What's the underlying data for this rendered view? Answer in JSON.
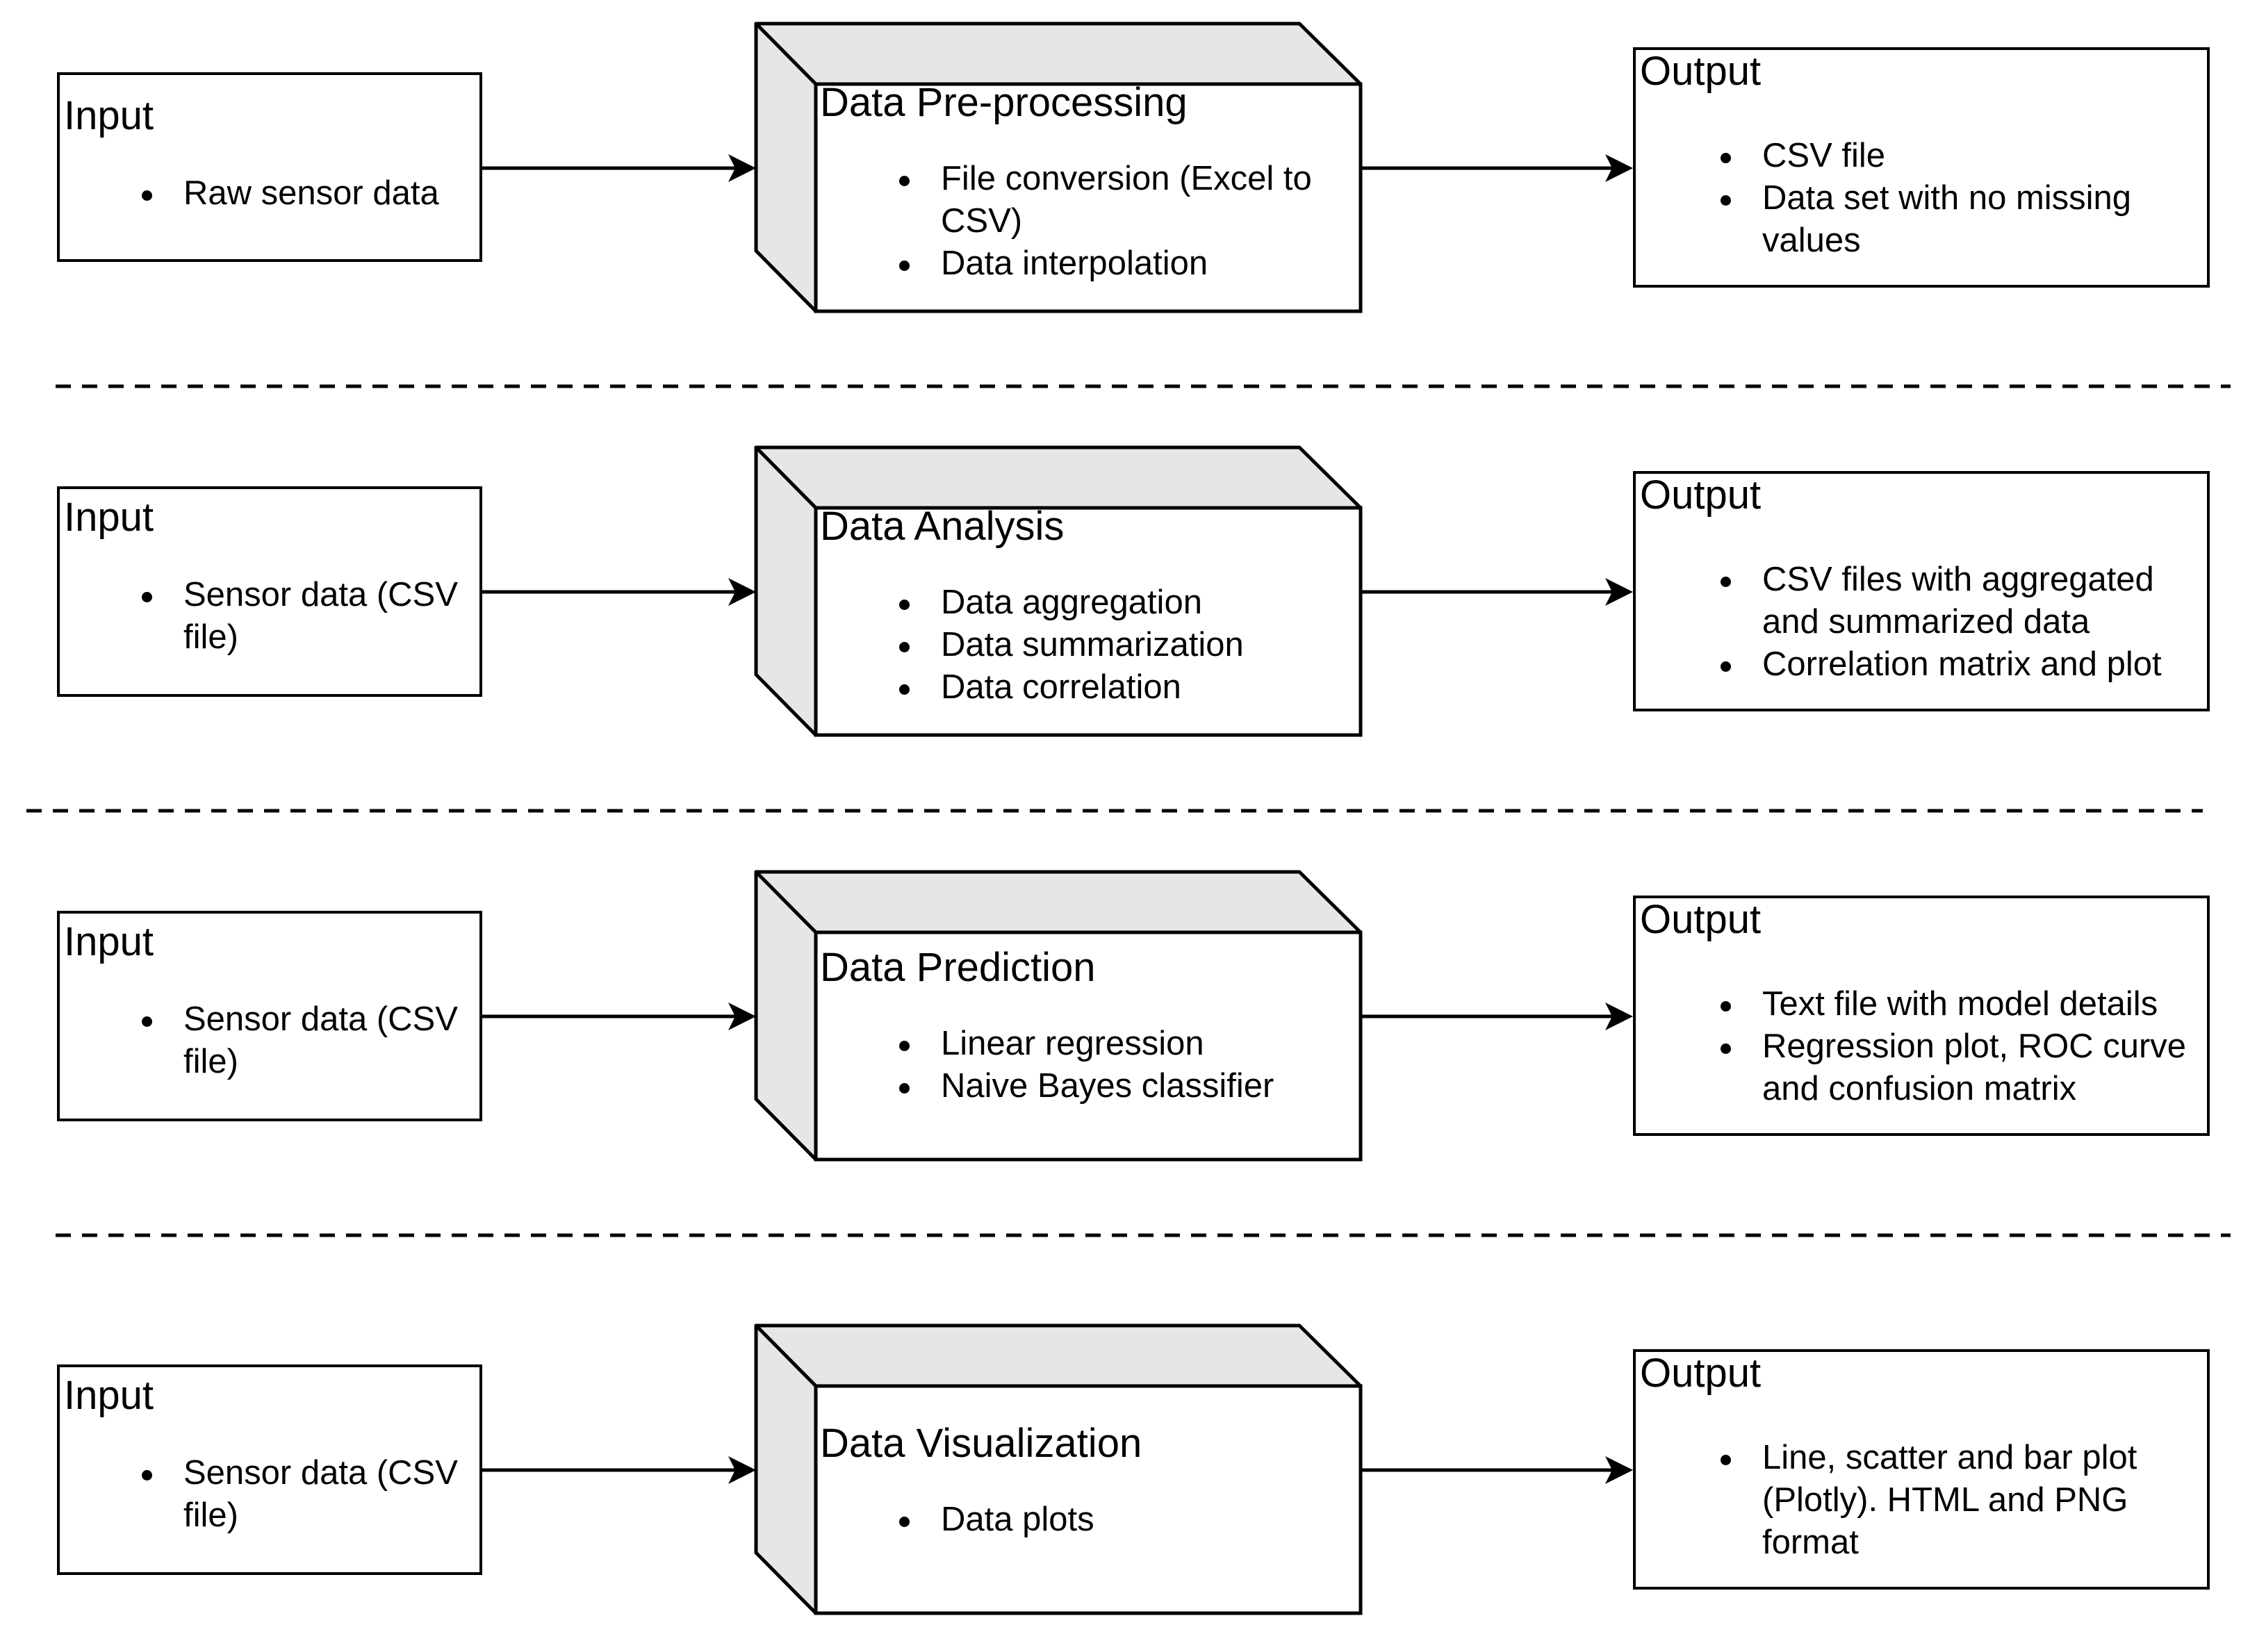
{
  "rows": [
    {
      "input": {
        "title": "Input",
        "items": [
          "Raw sensor data"
        ]
      },
      "process": {
        "title": "Data Pre-processing",
        "items": [
          "File conversion (Excel to CSV)",
          "Data interpolation"
        ]
      },
      "output": {
        "title": "Output",
        "items": [
          "CSV file",
          "Data set with no missing values"
        ]
      }
    },
    {
      "input": {
        "title": "Input",
        "items": [
          "Sensor data (CSV file)"
        ]
      },
      "process": {
        "title": "Data Analysis",
        "items": [
          "Data aggregation",
          "Data summarization",
          "Data correlation"
        ]
      },
      "output": {
        "title": "Output",
        "items": [
          "CSV files with aggregated and summarized data",
          "Correlation matrix and plot"
        ]
      }
    },
    {
      "input": {
        "title": "Input",
        "items": [
          "Sensor data (CSV file)"
        ]
      },
      "process": {
        "title": "Data Prediction",
        "items": [
          "Linear regression",
          "Naive Bayes classifier"
        ]
      },
      "output": {
        "title": "Output",
        "items": [
          "Text file with model details",
          "Regression plot, ROC curve and confusion matrix"
        ]
      }
    },
    {
      "input": {
        "title": "Input",
        "items": [
          "Sensor data (CSV file)"
        ]
      },
      "process": {
        "title": "Data Visualization",
        "items": [
          "Data plots"
        ]
      },
      "output": {
        "title": "Output",
        "items": [
          "Line, scatter and bar plot (Plotly). HTML and PNG format"
        ]
      }
    }
  ],
  "colors": {
    "stroke": "#000000",
    "fill": "#ffffff",
    "side_face": "#e6e6e6"
  }
}
